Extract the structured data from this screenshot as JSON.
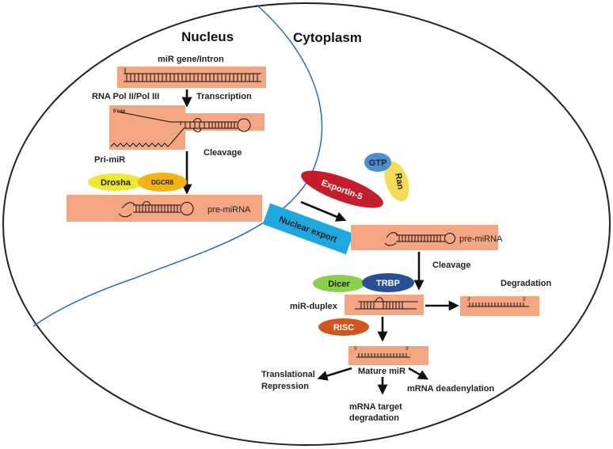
{
  "compartments": {
    "nucleus": "Nucleus",
    "cytoplasm": "Cytoplasm"
  },
  "labels": {
    "gene": "miR gene/Intron",
    "polymerase": "RNA Pol II/Pol III",
    "transcription": "Transcription",
    "five_cap": "5'cap",
    "cleavage_nucleus": "Cleavage",
    "pri_mir": "Pri-miR",
    "pre_mirna_nucleus": "pre-miRNA",
    "nuclear_export": "Nuclear export",
    "pre_mirna_cytoplasm": "pre-miRNA",
    "cleavage_cytoplasm": "Cleavage",
    "degradation": "Degradation",
    "mir_duplex": "miR-duplex",
    "three_prime_deg": "3'",
    "five_prime_deg": "5'",
    "five_prime_mature": "5'",
    "three_prime_mature": "3'",
    "mature_mir": "Mature miR",
    "translational_1": "Translational",
    "translational_2": "Repression",
    "mrna_target_1": "mRNA target",
    "mrna_target_2": "degradation",
    "mrna_deadenylation": "mRNA deadenylation"
  },
  "proteins": {
    "drosha": "Drosha",
    "dgcr8": "DGCR8",
    "exportin": "Exportin-5",
    "gtp": "GTP",
    "ran": "Ran",
    "dicer": "Dicer",
    "trbp": "TRBP",
    "risc": "RISC"
  },
  "colors": {
    "box": "#f4a582",
    "membrane": "#2a6ca8",
    "drosha": "#f0e634",
    "dgcr8": "#f1b414",
    "exportin": "#c41e2a",
    "gtp": "#4a8fd0",
    "ran": "#f4dc56",
    "dicer": "#8ad04a",
    "trbp": "#2a4f94",
    "risc": "#d0561f",
    "nuclear_export": "#1fa7e0"
  }
}
